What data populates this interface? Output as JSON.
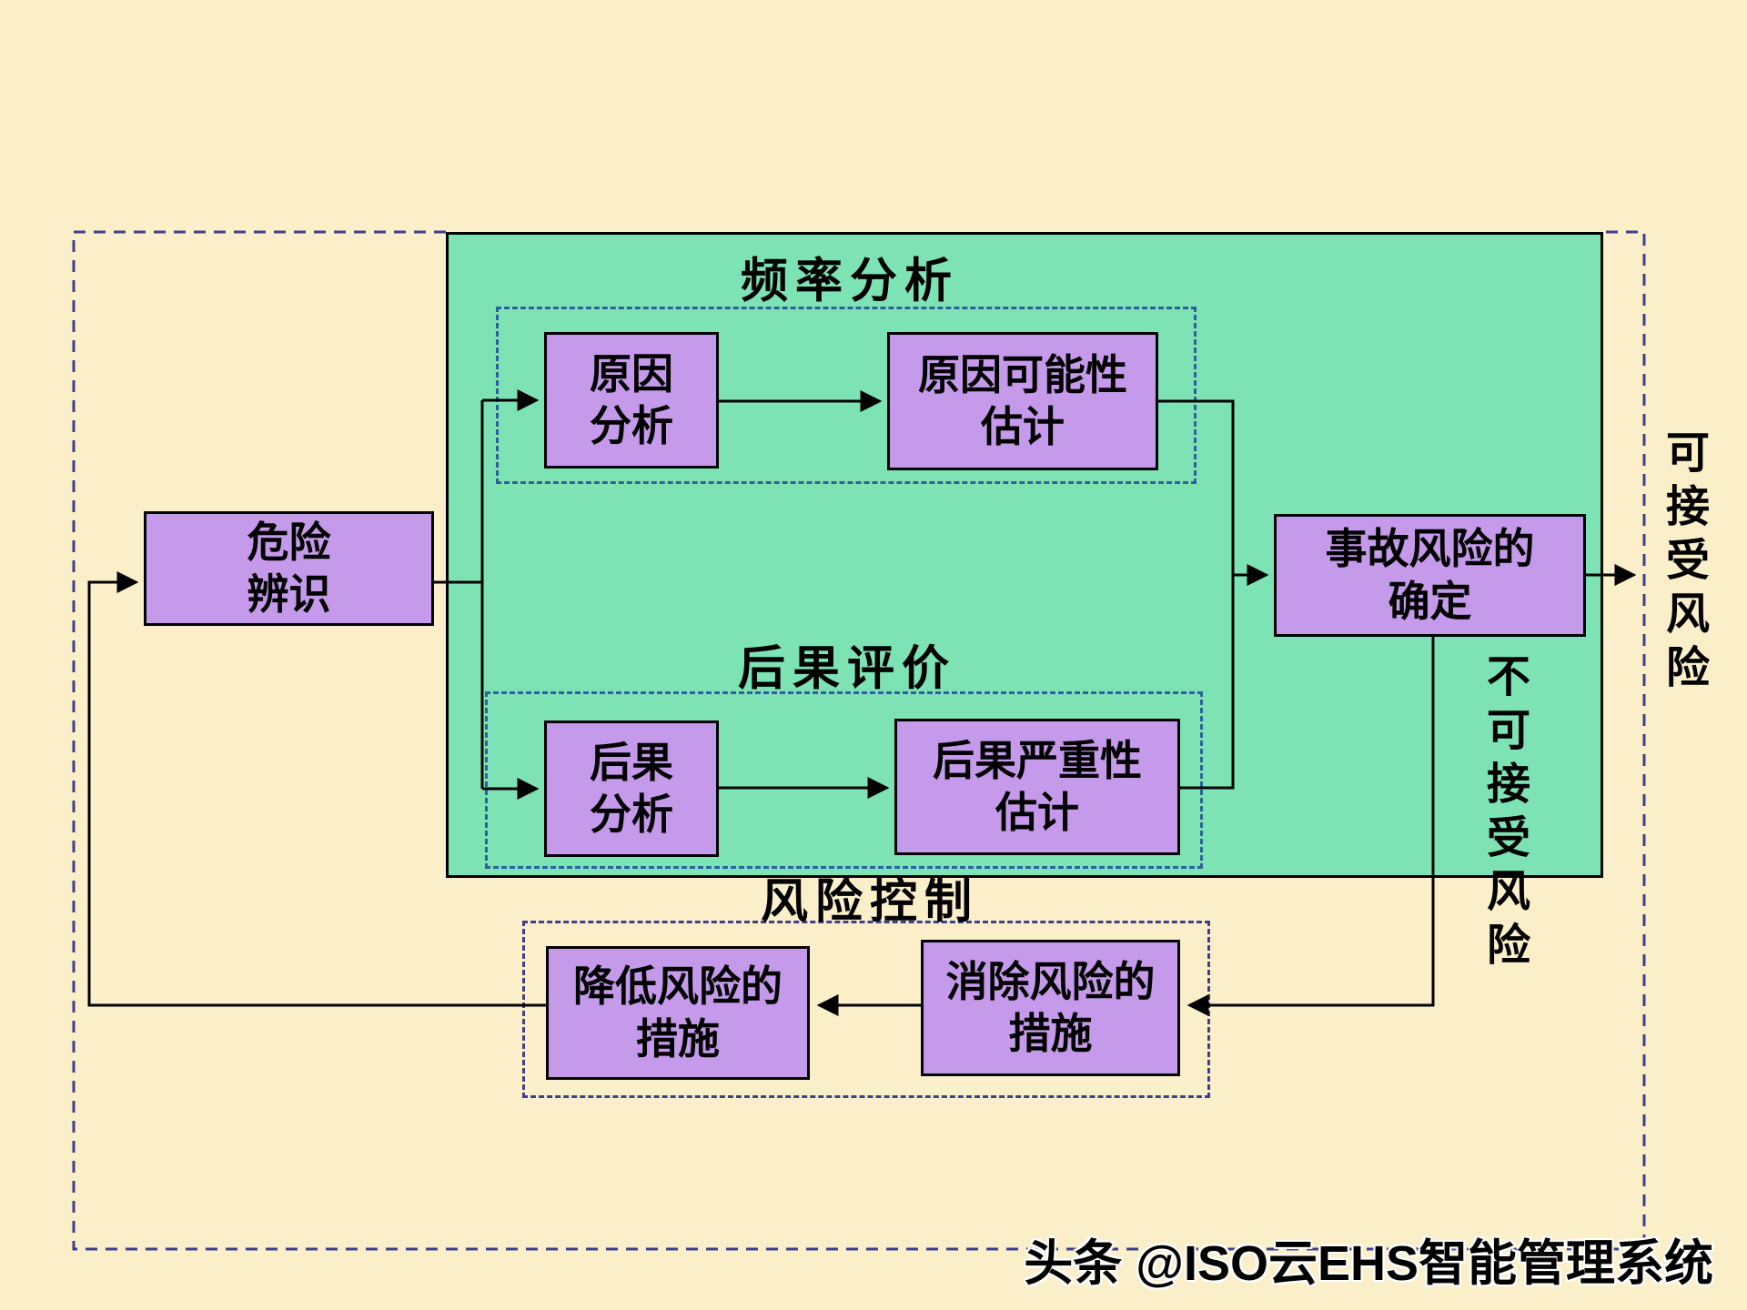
{
  "colors": {
    "background": "#FBEFCA",
    "panel_green": "#7DE3B4",
    "node_purple": "#C59AEB",
    "dash_blue_inner": "#2F5F9F",
    "dash_navy_outer": "#3F3F8C",
    "line_black": "#000000"
  },
  "groups": {
    "frequency": {
      "title": "频率分析"
    },
    "consequence": {
      "title": "后果评价"
    },
    "control": {
      "title": "风险控制"
    }
  },
  "nodes": {
    "hazard": {
      "lines": [
        "危险",
        "辨识"
      ]
    },
    "cause_analysis": {
      "lines": [
        "原因",
        "分析"
      ]
    },
    "cause_probability": {
      "lines": [
        "原因可能性",
        "估计"
      ]
    },
    "risk_determination": {
      "lines": [
        "事故风险的",
        "确定"
      ]
    },
    "consequence_analysis": {
      "lines": [
        "后果",
        "分析"
      ]
    },
    "consequence_severity": {
      "lines": [
        "后果严重性",
        "估计"
      ]
    },
    "risk_reduction": {
      "lines": [
        "降低风险的",
        "措施"
      ]
    },
    "risk_elimination": {
      "lines": [
        "消除风险的",
        "措施"
      ]
    }
  },
  "side_labels": {
    "acceptable": "可接受风险",
    "unacceptable": "不可接受风险"
  },
  "watermark": "头条 @ISO云EHS智能管理系统"
}
